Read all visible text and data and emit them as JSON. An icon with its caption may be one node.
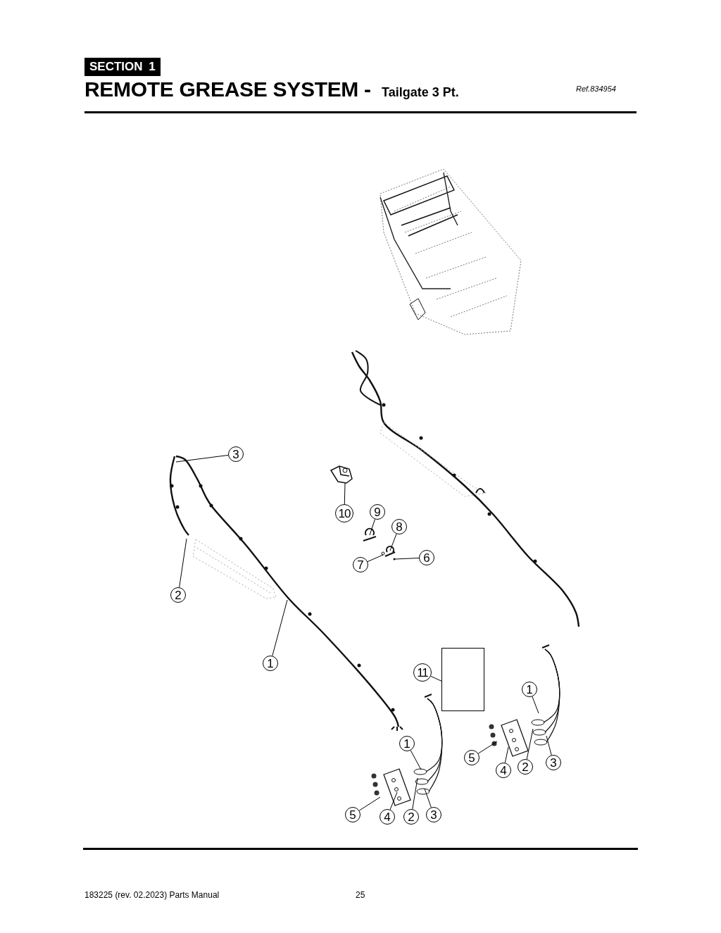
{
  "diagram": {
    "title": "REMOTE GREASE SYSTEM -",
    "nodes": [
      {
        "text": [
          "3"
        ]
      },
      {
        "text": [
          "2"
        ]
      },
      {
        "text": [
          "1"
        ]
      },
      {
        "text": [
          "10"
        ]
      },
      {
        "text": [
          "9"
        ]
      },
      {
        "text": [
          "8"
        ]
      },
      {
        "text": [
          "7"
        ]
      },
      {
        "text": [
          "6"
        ]
      },
      {
        "text": [
          "11"
        ]
      },
      {
        "text": [],
        "shape": "box"
      },
      {
        "text": [
          "1"
        ]
      },
      {
        "text": [
          "1"
        ]
      },
      {
        "text": [
          "5"
        ]
      },
      {
        "text": [
          "4"
        ]
      },
      {
        "text": [
          "2"
        ]
      },
      {
        "text": [
          "3"
        ]
      },
      {
        "text": [
          "5"
        ]
      },
      {
        "text": [
          "4"
        ]
      },
      {
        "text": [
          "2"
        ]
      },
      {
        "text": [
          "3"
        ]
      }
    ],
    "edges": [
      {
        "from": 0,
        "to": null,
        "arrow": "none"
      },
      {
        "from": 1,
        "to": null,
        "arrow": "none"
      },
      {
        "from": 2,
        "to": null,
        "arrow": "none"
      },
      {
        "from": 3,
        "to": null,
        "arrow": "none"
      },
      {
        "from": 4,
        "to": null,
        "arrow": "none"
      },
      {
        "from": 5,
        "to": null,
        "arrow": "none"
      },
      {
        "from": 6,
        "to": null,
        "arrow": "none"
      },
      {
        "from": 7,
        "to": null,
        "arrow": "none"
      },
      {
        "from": 8,
        "to": 9,
        "arrow": "none"
      },
      {
        "from": 10,
        "to": null,
        "arrow": "none"
      },
      {
        "from": 11,
        "to": null,
        "arrow": "none"
      },
      {
        "from": 12,
        "to": null,
        "arrow": "none"
      },
      {
        "from": 13,
        "to": null,
        "arrow": "none"
      },
      {
        "from": 14,
        "to": null,
        "arrow": "none"
      },
      {
        "from": 15,
        "to": null,
        "arrow": "none"
      },
      {
        "from": 16,
        "to": null,
        "arrow": "none"
      },
      {
        "from": 17,
        "to": null,
        "arrow": "none"
      },
      {
        "from": 18,
        "to": null,
        "arrow": "none"
      },
      {
        "from": 19,
        "to": null,
        "arrow": "none"
      }
    ],
    "labels": [
      "SECTION 1",
      "Tailgate 3 Pt.",
      "Ref.834954",
      "183225 (rev. 02.2023) Parts Manual",
      "25"
    ]
  }
}
